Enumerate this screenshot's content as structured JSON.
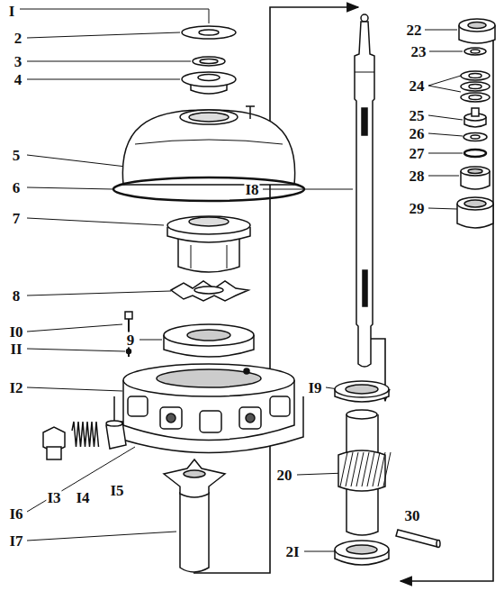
{
  "diagram": {
    "labels": [
      "I",
      "2",
      "3",
      "4",
      "5",
      "6",
      "7",
      "8",
      "I0",
      "9",
      "II",
      "I2",
      "I3",
      "I4",
      "I5",
      "I6",
      "I7",
      "I8",
      "I9",
      "20",
      "2I",
      "22",
      "23",
      "24",
      "25",
      "26",
      "27",
      "28",
      "29",
      "30"
    ]
  }
}
